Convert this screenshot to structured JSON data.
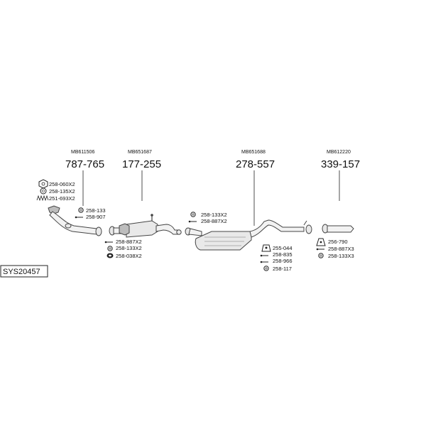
{
  "system_code": "SYS20457",
  "groups": [
    {
      "oem": "MB611506",
      "price": "787-765"
    },
    {
      "oem": "MB651687",
      "price": "177-255"
    },
    {
      "oem": "MB651688",
      "price": "278-557"
    },
    {
      "oem": "MB612220",
      "price": "339-157"
    }
  ],
  "front_pipe_parts": [
    "258-060X2",
    "258-135X2",
    "251-693X2",
    "258-133",
    "258-907"
  ],
  "center_parts": [
    "258-887X2",
    "258-133X2",
    "258-038X2"
  ],
  "muffler_top_parts": [
    "258-133X2",
    "258-887X2"
  ],
  "muffler_bottom_parts": [
    "255-044",
    "258-835",
    "258-966",
    "258-117"
  ],
  "tail_parts": [
    "256-790",
    "258-887X3",
    "258-133X3"
  ]
}
